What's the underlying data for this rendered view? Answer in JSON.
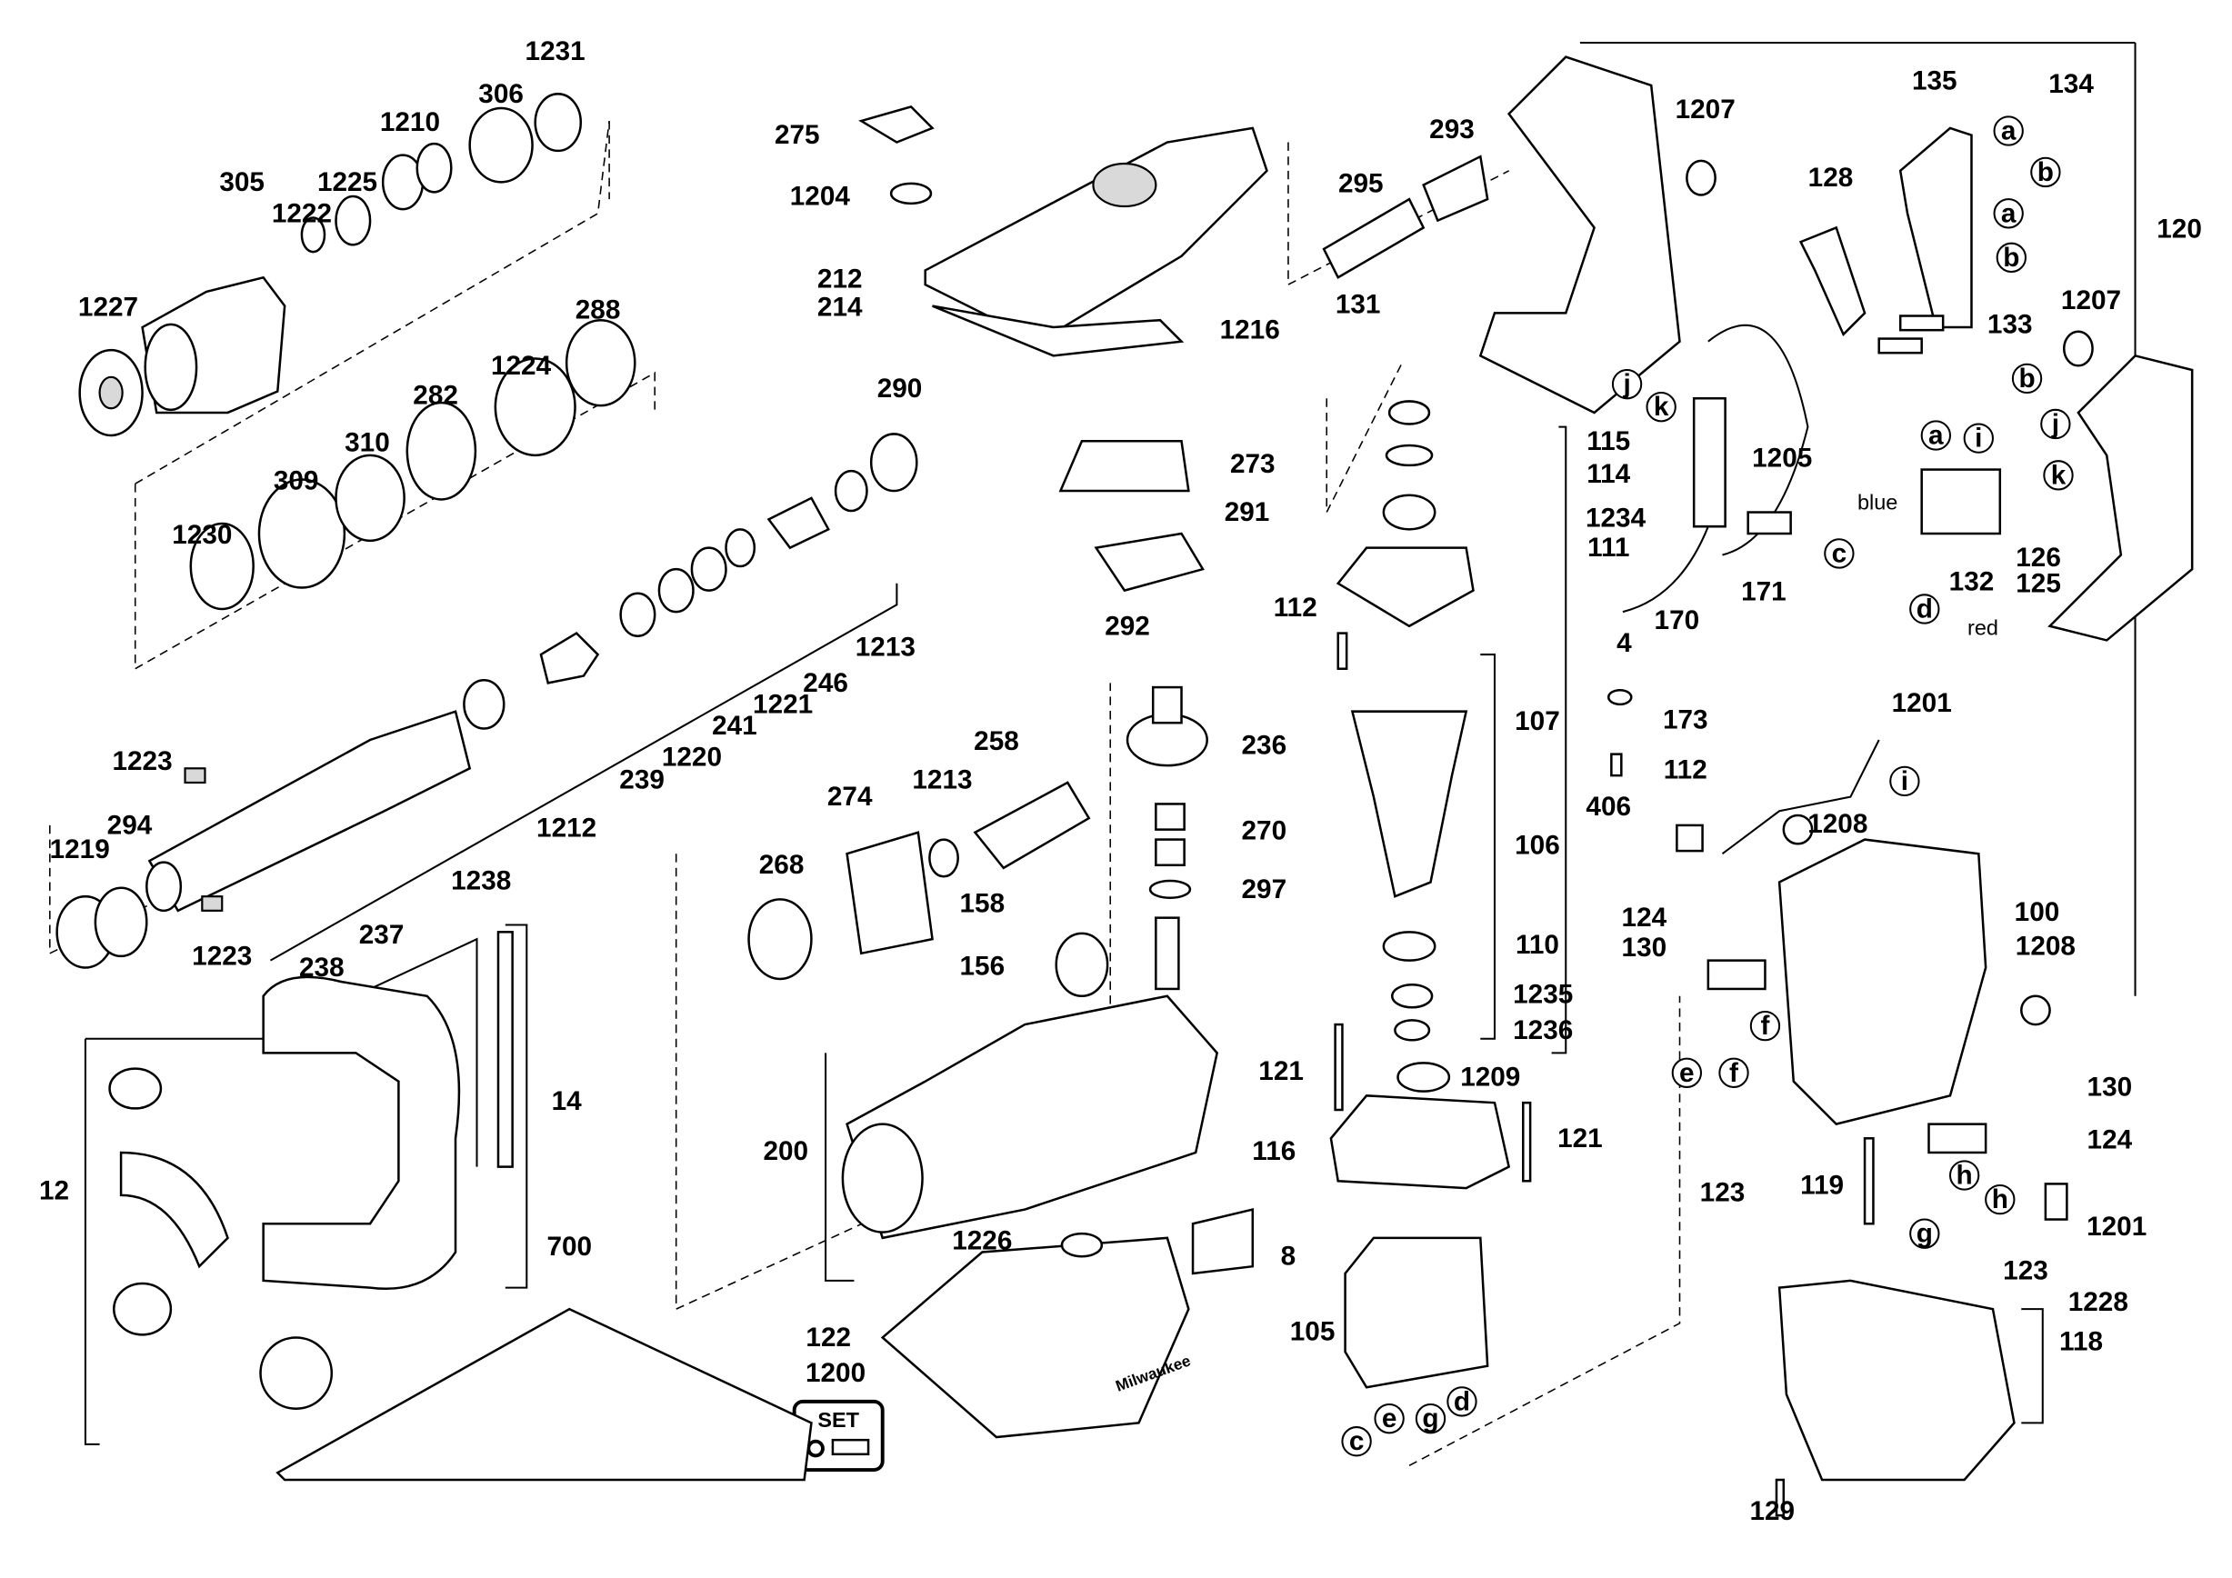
{
  "diagram": {
    "set_badge": "SET",
    "brand_logo": "Milwaukee",
    "labels": [
      "1231",
      "306",
      "1210",
      "1225",
      "305",
      "1222",
      "1227",
      "288",
      "1224",
      "282",
      "310",
      "309",
      "1230",
      "1213",
      "246",
      "1221",
      "241",
      "1220",
      "239",
      "1223",
      "294",
      "1219",
      "1212",
      "1238",
      "237",
      "238",
      "1223",
      "275",
      "1204",
      "212",
      "214",
      "1216",
      "290",
      "273",
      "291",
      "292",
      "258",
      "1213",
      "274",
      "268",
      "236",
      "270",
      "297",
      "158",
      "156",
      "200",
      "1226",
      "8",
      "122",
      "1200",
      "14",
      "12",
      "700",
      "293",
      "295",
      "131",
      "1207",
      "135",
      "134",
      "a",
      "b",
      "a",
      "b",
      "128",
      "120",
      "133",
      "1207",
      "115",
      "114",
      "1234",
      "111",
      "112",
      "1205",
      "j",
      "k",
      "b",
      "a",
      "i",
      "j",
      "k",
      "blue",
      "c",
      "132",
      "126",
      "125",
      "d",
      "red",
      "171",
      "4",
      "170",
      "173",
      "112",
      "107",
      "106",
      "406",
      "110",
      "1235",
      "1236",
      "1209",
      "121",
      "121",
      "116",
      "105",
      "c",
      "e",
      "g",
      "d",
      "1201",
      "i",
      "1208",
      "124",
      "130",
      "100",
      "1208",
      "f",
      "130",
      "124",
      "e",
      "f",
      "123",
      "h",
      "h",
      "1201",
      "119",
      "g",
      "123",
      "1228",
      "118",
      "129"
    ]
  }
}
